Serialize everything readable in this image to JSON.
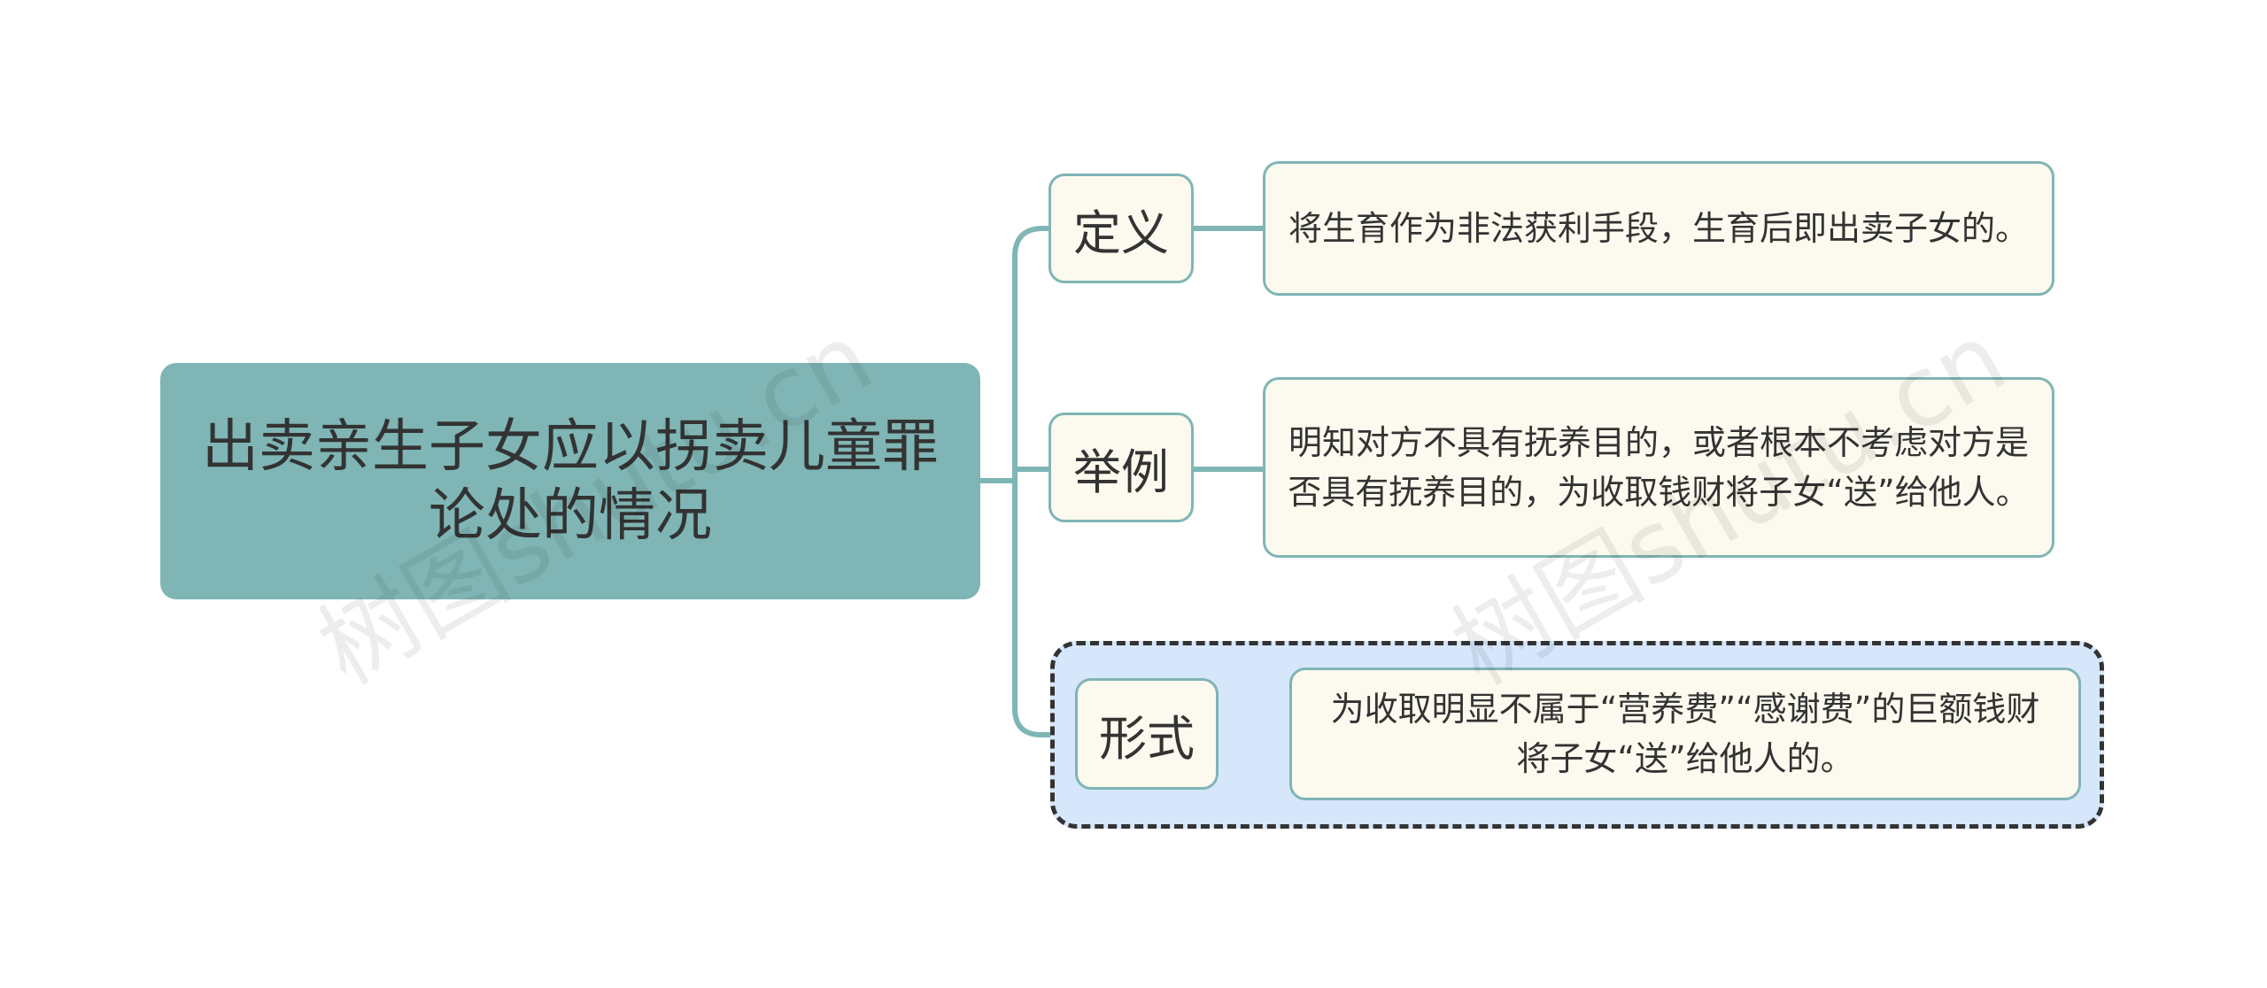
{
  "root": {
    "text": "出卖亲生子女应以拐卖儿童罪论处的情况"
  },
  "branches": [
    {
      "label": "定义",
      "detail": "将生育作为非法获利手段，生育后即出卖子女的。"
    },
    {
      "label": "举例",
      "detail": "明知对方不具有抚养目的，或者根本不考虑对方是否具有抚养目的，为收取钱财将子女“送”给他人。"
    },
    {
      "label": "形式",
      "detail": "为收取明显不属于“营养费”“感谢费”的巨额钱财 将子女“送”给他人的。"
    }
  ],
  "watermark": "树图shutu.cn",
  "colors": {
    "connector": "#7fb5b5",
    "root_fill": "#7fb5b5",
    "node_fill": "#fcf9ee",
    "group_fill": "#d6e6fb",
    "group_border": "#333333"
  }
}
